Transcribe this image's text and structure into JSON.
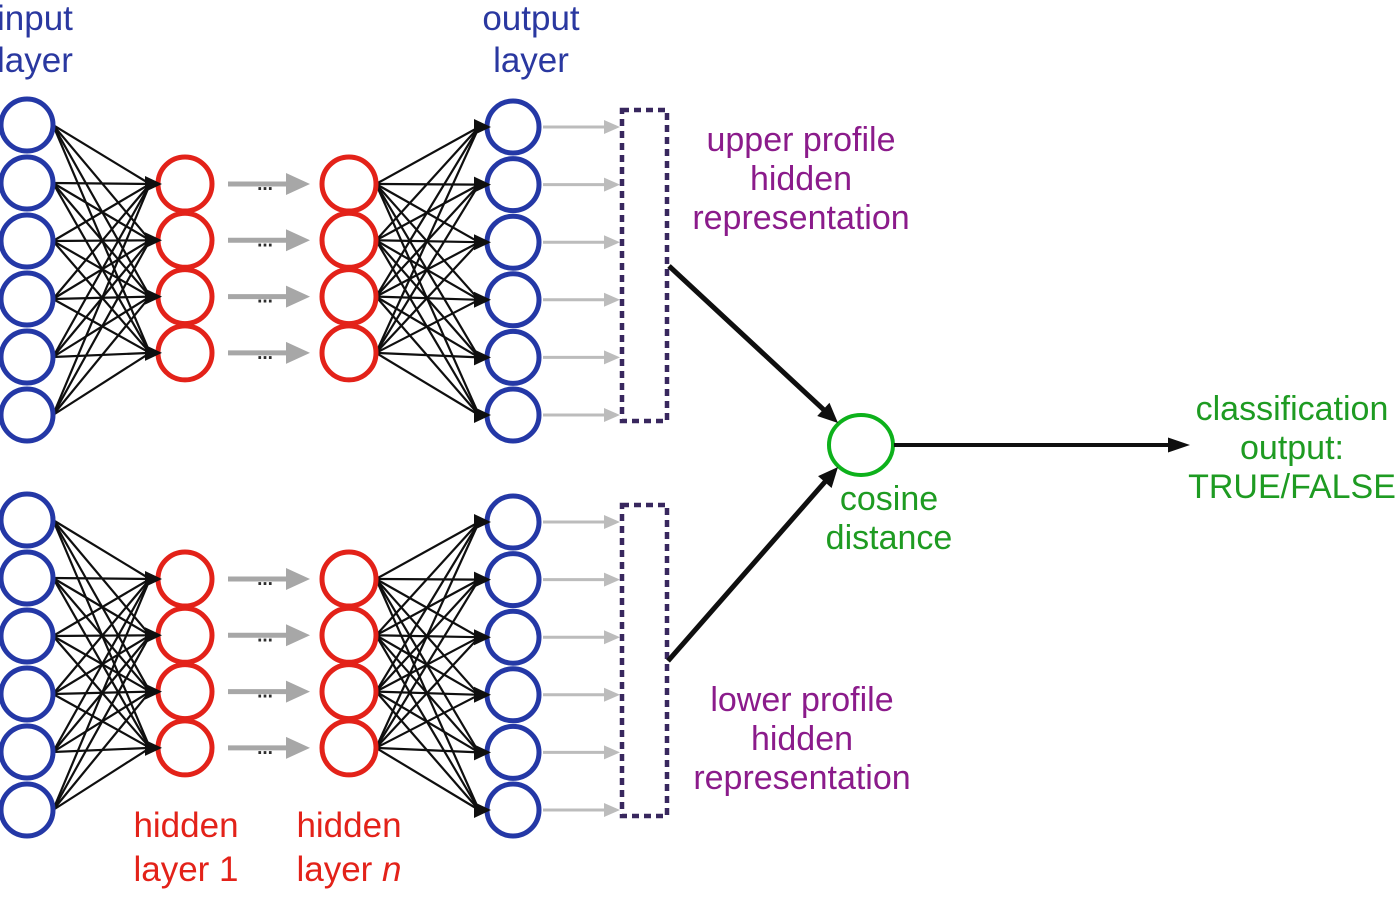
{
  "diagram": {
    "labels": {
      "input_layer": "input\nlayer",
      "output_layer": "output\nlayer",
      "hidden_layer_1": "hidden\nlayer 1",
      "hidden_layer_n_prefix": "hidden\nlayer ",
      "hidden_layer_n_variable": "n",
      "upper_representation": "upper profile\nhidden\nrepresentation",
      "lower_representation": "lower profile\nhidden\nrepresentation",
      "cosine_distance": "cosine\ndistance",
      "classification_output": "classification\noutput:\nTRUE/FALSE",
      "layer_transition_ellipsis": "..."
    },
    "colors": {
      "node_blue": "#2438a6",
      "node_red": "#e32219",
      "text_blue": "#2a38a0",
      "text_red": "#e32219",
      "text_purple": "#8b1b8b",
      "text_green": "#1e9b22",
      "cosine_circle_green": "#0db11b",
      "representation_box_purple": "#38275e",
      "connection_black": "#0f0f0f",
      "arrow_gray": "#a7a7a7",
      "arrow_light_gray": "#bcbcbc",
      "ellipsis_dark": "#2e2e2e"
    },
    "structure": {
      "input_nodes": 6,
      "hidden_nodes": 4,
      "output_nodes": 6,
      "networks": [
        {
          "id": "upper-network"
        },
        {
          "id": "lower-network"
        }
      ]
    }
  }
}
